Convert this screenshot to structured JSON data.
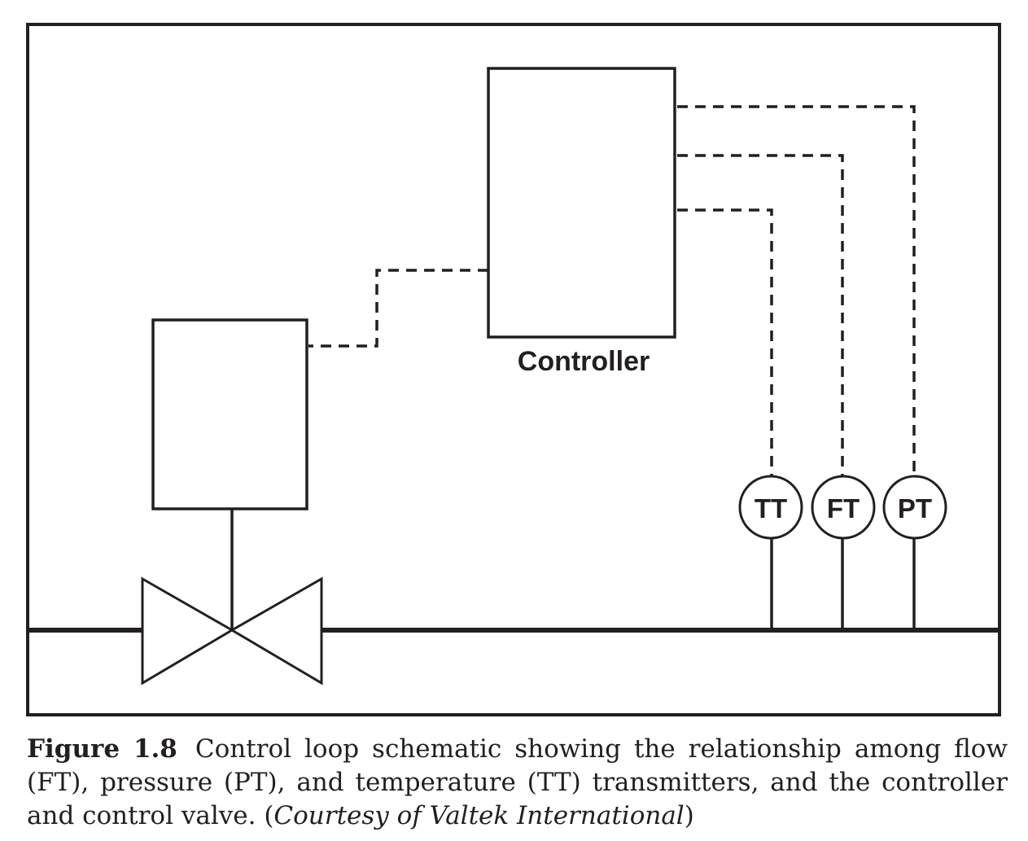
{
  "diagram": {
    "controller_label": "Controller",
    "transmitters": [
      "TT",
      "FT",
      "PT"
    ]
  },
  "caption": {
    "figure_number": "Figure 1.8",
    "text": "Control loop schematic showing the relationship among flow (FT), pressure (PT), and temperature (TT) transmitters, and the controller and control valve. (",
    "courtesy": "Courtesy of Valtek International",
    "closing": ")"
  }
}
